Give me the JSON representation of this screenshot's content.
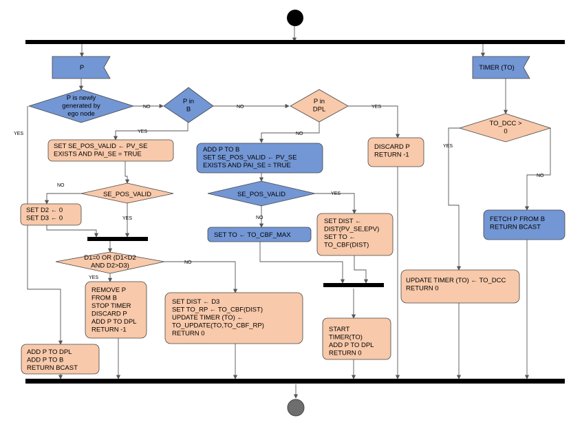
{
  "nodes": {
    "p_event": [
      "P"
    ],
    "timer_event": [
      "TIMER (TO)"
    ],
    "d_newly": [
      "P is newly",
      "generated by",
      "ego node"
    ],
    "d_in_b": [
      "P in",
      "B"
    ],
    "d_in_dpl": [
      "P in",
      "DPL"
    ],
    "d_to_dcc": [
      "TO_DCC >",
      "0"
    ],
    "a_set_valid": [
      "SET SE_POS_VALID ← PV_SE",
      "EXISTS AND PAI_SE = TRUE"
    ],
    "a_addb": [
      "ADD P TO B",
      "SET SE_POS_VALID ← PV_SE",
      "EXISTS AND PAI_SE = TRUE"
    ],
    "a_discard": [
      "DISCARD P",
      "RETURN -1"
    ],
    "d_valid_left": [
      "SE_POS_VALID"
    ],
    "d_valid_mid": [
      "SE_POS_VALID"
    ],
    "a_setd": [
      "SET D2 ← 0",
      "SET D3 ← 0"
    ],
    "a_set_to_max": [
      "SET TO ← TO_CBF_MAX"
    ],
    "a_setdist_epv": [
      "SET DIST ←",
      "DIST(PV_SE,EPV)",
      "SET TO ←",
      "TO_CBF(DIST)"
    ],
    "a_fetch": [
      "FETCH P FROM B",
      "RETURN BCAST"
    ],
    "d_dcond": [
      "D1=0 OR (D1<D2",
      "AND D2>D3)"
    ],
    "a_remove": [
      "REMOVE P",
      "FROM B",
      "STOP TIMER",
      "DISCARD P",
      "ADD P TO DPL",
      "RETURN -1"
    ],
    "a_setdist_d3": [
      "SET DIST ← D3",
      "SET TO_RP ← TO_CBF(DIST)",
      "UPDATE TIMER (TO) ←",
      "TO_UPDATE(TO,TO_CBF_RP)",
      "RETURN 0"
    ],
    "a_update_dcc": [
      "UPDATE TIMER (TO) ← TO_DCC",
      "RETURN 0"
    ],
    "a_start": [
      "START",
      "TIMER(TO)",
      "ADD P TO DPL",
      "RETURN 0"
    ],
    "a_addall": [
      "ADD P TO DPL",
      "ADD P TO B",
      "RETURN BCAST"
    ]
  },
  "edge_labels": {
    "newly_yes": "YES",
    "newly_no": "NO",
    "inb_no": "NO",
    "inb_yes": "YES",
    "dpl_yes": "YES",
    "dpl_no": "NO",
    "dcc_yes": "YES",
    "dcc_no": "NO",
    "validl_no": "NO",
    "validl_yes": "YES",
    "validm_yes": "YES",
    "validm_no": "NO",
    "dcond_no": "NO",
    "dcond_yes": "YES"
  },
  "colors": {
    "orange": "#f8c9aa",
    "blue": "#7396d4",
    "end_node": "#6e6e6e",
    "start_node": "#000000"
  }
}
